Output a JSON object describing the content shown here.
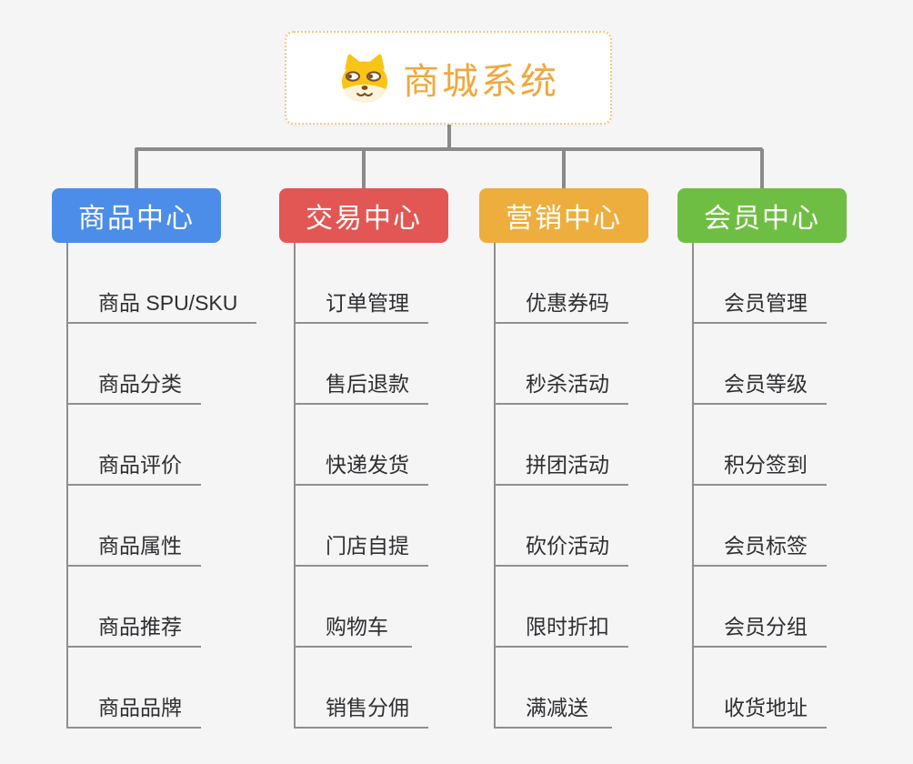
{
  "root": {
    "label": "商城系统",
    "icon": "dog-face-icon",
    "text_color": "#F0A83C",
    "border_color": "#F6C87A"
  },
  "branches": [
    {
      "label": "商品中心",
      "color": "#4B8DE8",
      "children": [
        "商品 SPU/SKU",
        "商品分类",
        "商品评价",
        "商品属性",
        "商品推荐",
        "商品品牌"
      ]
    },
    {
      "label": "交易中心",
      "color": "#E25754",
      "children": [
        "订单管理",
        "售后退款",
        "快递发货",
        "门店自提",
        "购物车",
        "销售分佣"
      ]
    },
    {
      "label": "营销中心",
      "color": "#EDAE3D",
      "children": [
        "优惠券码",
        "秒杀活动",
        "拼团活动",
        "砍价活动",
        "限时折扣",
        "满减送"
      ]
    },
    {
      "label": "会员中心",
      "color": "#6FBE44",
      "children": [
        "会员管理",
        "会员等级",
        "积分签到",
        "会员标签",
        "会员分组",
        "收货地址"
      ]
    }
  ],
  "colors": {
    "connector": "#8A8A8A",
    "leaf_line": "#8F8F8F",
    "background": "#F5F5F5"
  }
}
